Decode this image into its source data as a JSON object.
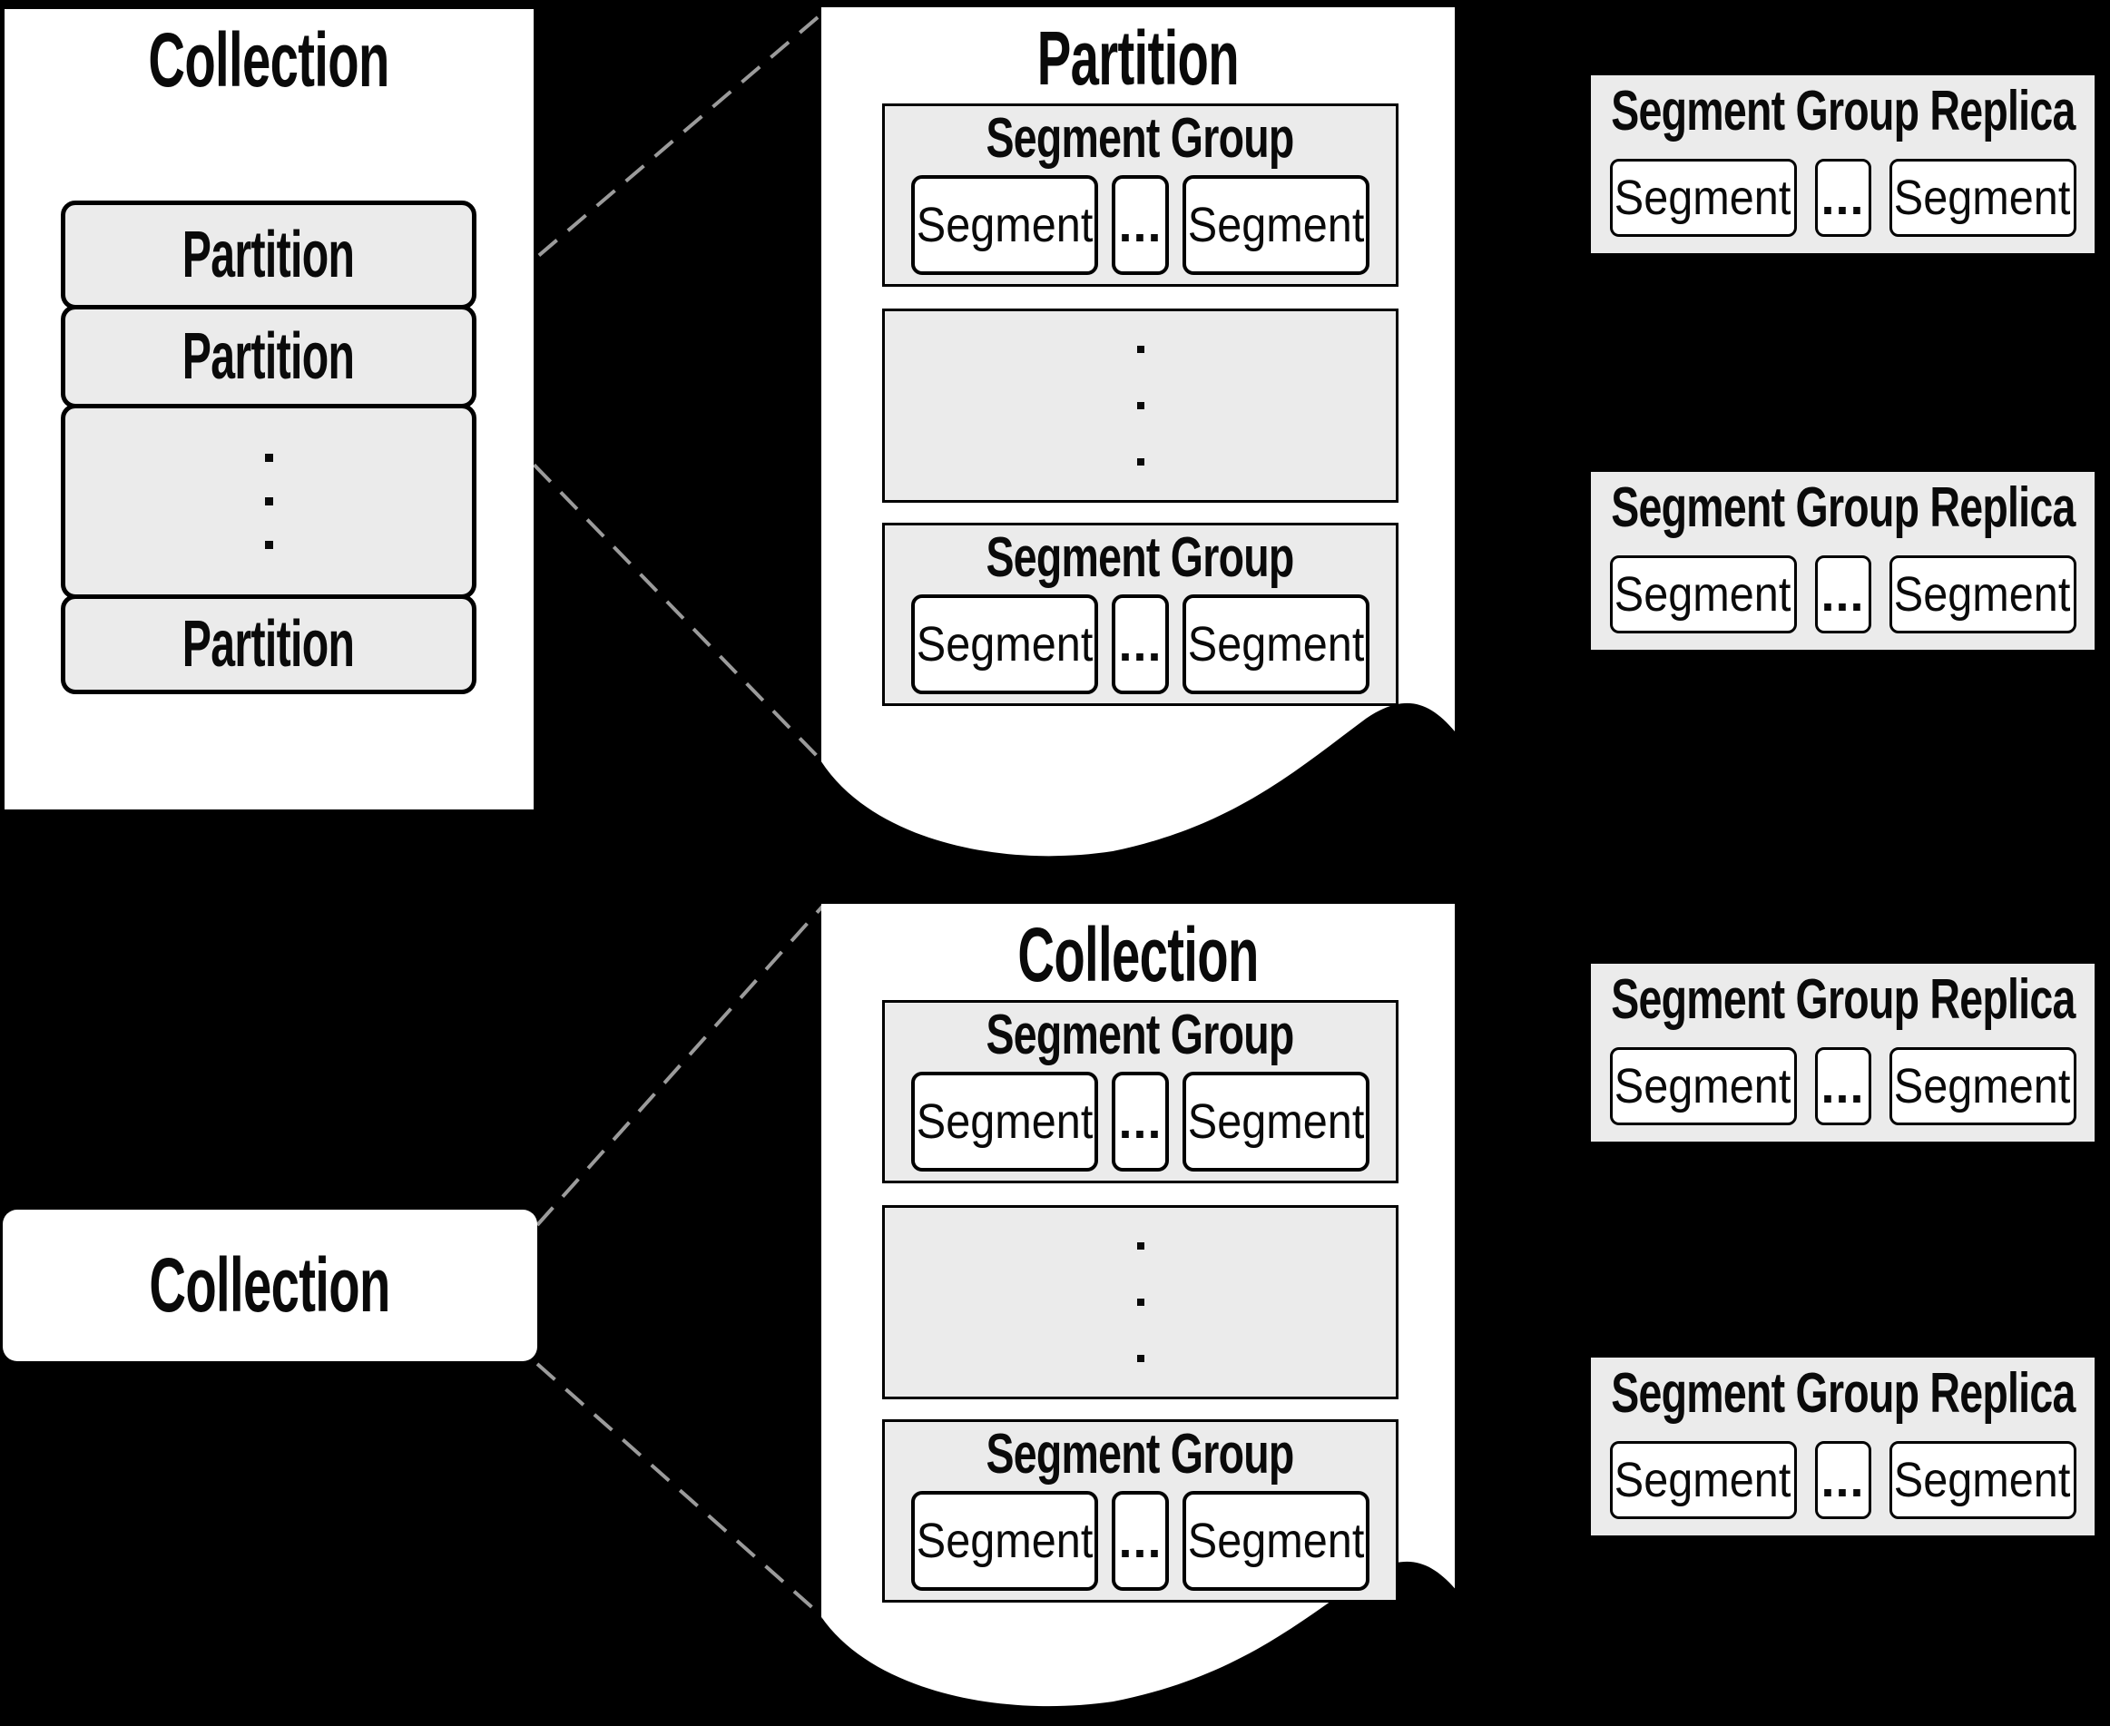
{
  "colors": {
    "background": "#000000",
    "panel_fill": "#ffffff",
    "box_fill": "#ebebeb",
    "border_color": "#000000",
    "dash_color": "#9b9b9b",
    "text_color": "#0a0a0a"
  },
  "collection_panel": {
    "title": "Collection",
    "partitions": [
      {
        "label": "Partition"
      },
      {
        "label": "Partition"
      },
      {
        "label": "Partition"
      }
    ],
    "vertical_ellipsis": "⋮"
  },
  "partition_panel": {
    "title": "Partition",
    "segment_groups": [
      {
        "title": "Segment Group",
        "segments": [
          "Segment",
          "...",
          "Segment"
        ]
      },
      {
        "title": "Segment Group",
        "segments": [
          "Segment",
          "...",
          "Segment"
        ]
      }
    ],
    "vertical_ellipsis": "⋮"
  },
  "collection_detail_panel": {
    "title": "Collection",
    "segment_groups": [
      {
        "title": "Segment Group",
        "segments": [
          "Segment",
          "...",
          "Segment"
        ]
      },
      {
        "title": "Segment Group",
        "segments": [
          "Segment",
          "...",
          "Segment"
        ]
      }
    ],
    "vertical_ellipsis": "⋮"
  },
  "collection_box": {
    "label": "Collection"
  },
  "replicas": [
    {
      "title": "Segment Group Replica",
      "segments": [
        "Segment",
        "...",
        "Segment"
      ]
    },
    {
      "title": "Segment Group Replica",
      "segments": [
        "Segment",
        "...",
        "Segment"
      ]
    },
    {
      "title": "Segment Group Replica",
      "segments": [
        "Segment",
        "...",
        "Segment"
      ]
    },
    {
      "title": "Segment Group Replica",
      "segments": [
        "Segment",
        "...",
        "Segment"
      ]
    }
  ]
}
